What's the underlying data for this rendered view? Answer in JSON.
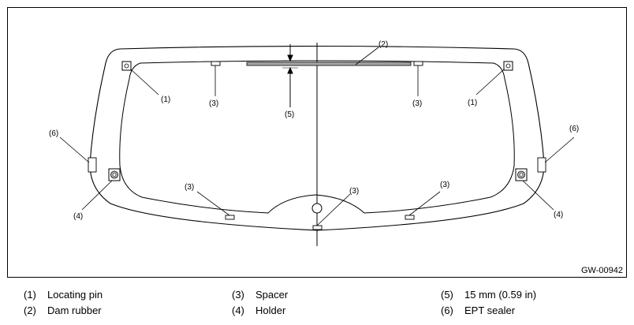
{
  "figure_id": "GW-00942",
  "callouts": {
    "locating_pin": "(1)",
    "dam_rubber": "(2)",
    "spacer": "(3)",
    "holder": "(4)",
    "dimension": "(5)",
    "ept_sealer": "(6)"
  },
  "legend": [
    {
      "num": "(1)",
      "label": "Locating pin"
    },
    {
      "num": "(2)",
      "label": "Dam rubber"
    },
    {
      "num": "(3)",
      "label": "Spacer"
    },
    {
      "num": "(4)",
      "label": "Holder"
    },
    {
      "num": "(5)",
      "label": "15 mm (0.59 in)"
    },
    {
      "num": "(6)",
      "label": "EPT sealer"
    }
  ]
}
